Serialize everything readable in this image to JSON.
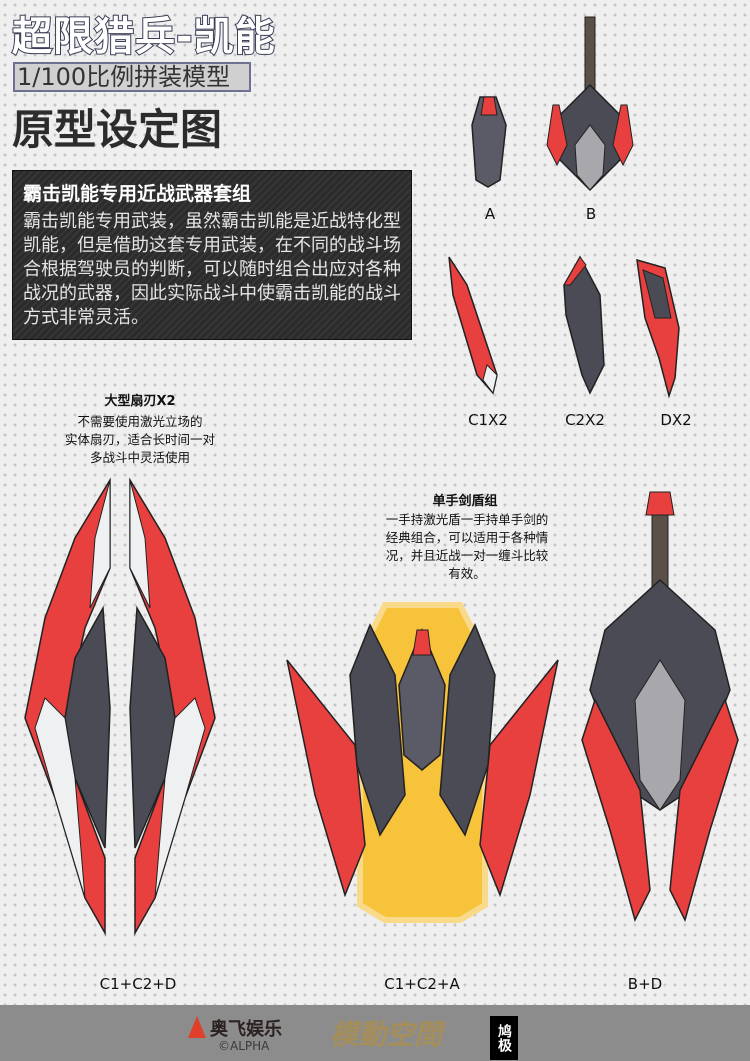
{
  "header": {
    "title": "超限猎兵-凯能",
    "subtitle": "1/100比例拼装模型",
    "heading": "原型设定图"
  },
  "info_box": {
    "title": "霸击凯能专用近战武器套组",
    "body": "霸击凯能专用武装，虽然霸击凯能是近战特化型凯能，但是借助这套专用武装，在不同的战斗场合根据驾驶员的判断，可以随时组合出应对各种战况的武器，因此实际战斗中使霸击凯能的战斗方式非常灵活。"
  },
  "parts": {
    "a": "A",
    "b": "B",
    "c1": "C1X2",
    "c2": "C2X2",
    "d": "DX2"
  },
  "combo1": {
    "heading": "大型扇刃X2",
    "desc": "不需要使用激光立场的\n实体扇刃，适合长时间一对\n多战斗中灵活使用",
    "label": "C1+C2+D"
  },
  "combo2": {
    "heading": "单手剑盾组",
    "desc": "一手持激光盾一手持单手剑的\n经典组合，可以适用于各种情\n况，并且近战一对一缠斗比较\n有效。",
    "label": "C1+C2+A"
  },
  "combo3": {
    "label": "B+D"
  },
  "footer": {
    "logo1": "奥飞娱乐",
    "logo1_sub": "©ALPHA",
    "logo2": "模動空間",
    "logo3": "鸠极"
  },
  "colors": {
    "red": "#e8403f",
    "dark": "#4a4b55",
    "gray": "#8e8e94",
    "yellow": "#f6c33a"
  }
}
